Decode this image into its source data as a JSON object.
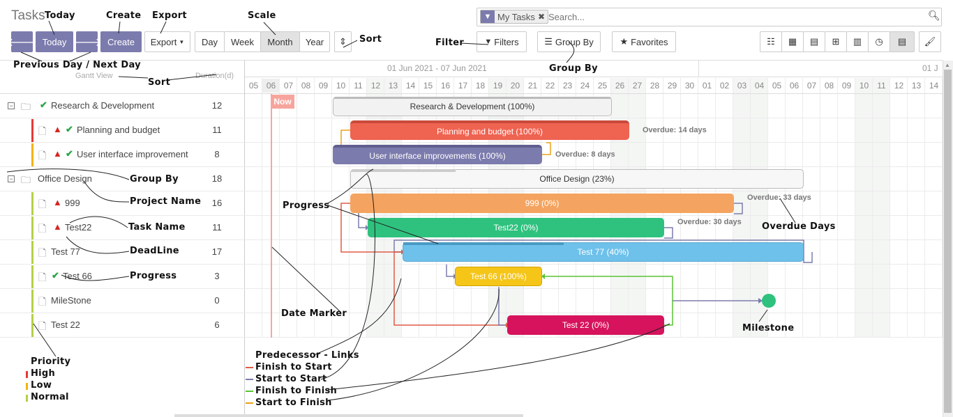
{
  "header": {
    "title": "Tasks"
  },
  "toolbar": {
    "prev_glyph": "🡐",
    "today_label": "Today",
    "next_glyph": "🡒",
    "create_label": "Create",
    "export_label": "Export",
    "scales": [
      "Day",
      "Week",
      "Month",
      "Year"
    ],
    "active_scale": "Month",
    "sort_glyph": "⇕"
  },
  "search": {
    "facet": "My Tasks",
    "placeholder": "Search..."
  },
  "filters": {
    "filters_label": "Filters",
    "groupby_label": "Group By",
    "favorites_label": "Favorites"
  },
  "views": [
    "list",
    "kanban",
    "calendar",
    "pivot",
    "graph",
    "activity",
    "gantt",
    "customize"
  ],
  "gantt": {
    "left_header": {
      "view_label": "Gantt View",
      "duration_label": "Duration(d)"
    },
    "range_label": "01 Jun 2021 - 07 Jun 2021",
    "range_label_2": "01 J",
    "now_label": "Now",
    "days": [
      "05",
      "06",
      "07",
      "08",
      "09",
      "10",
      "11",
      "12",
      "13",
      "14",
      "15",
      "16",
      "17",
      "18",
      "19",
      "20",
      "21",
      "22",
      "23",
      "24",
      "25",
      "26",
      "27",
      "28",
      "29",
      "30",
      "01",
      "02",
      "03",
      "04",
      "05",
      "06",
      "07",
      "08",
      "09",
      "10",
      "11",
      "12",
      "13",
      "14"
    ],
    "rows": [
      {
        "name": "Research & Development",
        "duration": "12"
      },
      {
        "name": "Planning and budget",
        "duration": "11"
      },
      {
        "name": "User interface improvement",
        "duration": "8"
      },
      {
        "name": "Office Design",
        "duration": "18"
      },
      {
        "name": "999",
        "duration": "16"
      },
      {
        "name": "Test22",
        "duration": "11"
      },
      {
        "name": "Test 77",
        "duration": "17"
      },
      {
        "name": "Test 66",
        "duration": "3"
      },
      {
        "name": "MileStone",
        "duration": "0"
      },
      {
        "name": "Test 22",
        "duration": "6"
      }
    ],
    "bars": [
      {
        "label": "Research & Development (100%)",
        "progress": 1.0
      },
      {
        "label": "Planning and budget (100%)",
        "progress": 1.0
      },
      {
        "label": "User interface improvements (100%)",
        "progress": 1.0
      },
      {
        "label": "Office Design (23%)",
        "progress": 0.23
      },
      {
        "label": "999 (0%)",
        "progress": 0
      },
      {
        "label": "Test22 (0%)",
        "progress": 0
      },
      {
        "label": "Test 77 (40%)",
        "progress": 0.4
      },
      {
        "label": "Test 66 (100%)",
        "progress": 1.0
      },
      {
        "label": "Test 22 (0%)",
        "progress": 0
      }
    ],
    "overdue": [
      "Overdue: 14 days",
      "Overdue: 8 days",
      "Overdue: 33 days",
      "Overdue: 30 days"
    ]
  },
  "annotations": {
    "today": "Today",
    "create": "Create",
    "export": "Export",
    "scale": "Scale",
    "sort_top": "Sort",
    "filter": "Filter",
    "group_by_top": "Group By",
    "prev_next": "Previous Day / Next Day",
    "sort_left": "Sort",
    "group_by_left": "Group By",
    "project_name": "Project Name",
    "task_name": "Task Name",
    "deadline": "DeadLine",
    "progress_left": "Progress",
    "progress_mid": "Progress",
    "date_marker": "Date Marker",
    "overdue_days": "Overdue Days",
    "milestone": "Milestone",
    "priority": "Priority",
    "priority_high": "High",
    "priority_low": "Low",
    "priority_normal": "Normal",
    "links_title": "Predecessor - Links",
    "fs": "Finish to Start",
    "ss": "Start to Start",
    "ff": "Finish to Finish",
    "sf": "Start to Finish"
  },
  "colors": {
    "primary": "#7c7bad",
    "now": "#f28b82",
    "high": "#e53935",
    "low": "#f4b400",
    "normal": "#b3d147",
    "fs": "#e05a46",
    "ss": "#7c7bad",
    "ff": "#58c433",
    "sf": "#e8a31a"
  }
}
